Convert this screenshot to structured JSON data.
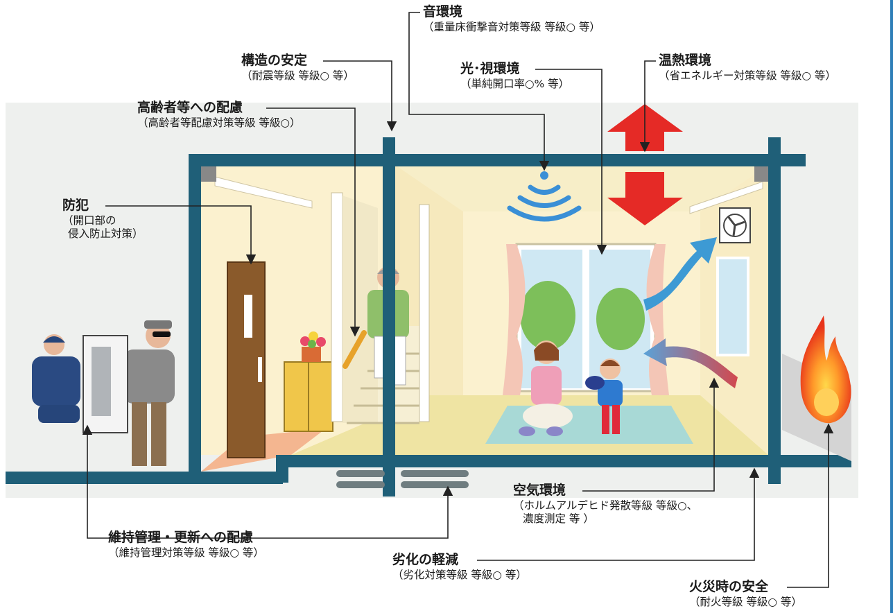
{
  "labels": {
    "sound": {
      "title": "音環境",
      "detail": "（重量床衝撃音対策等級 等級○ 等）"
    },
    "structure": {
      "title": "構造の安定",
      "detail": "（耐震等級 等級○ 等）"
    },
    "light": {
      "title": "光･視環境",
      "detail": "（単純開口率○% 等）"
    },
    "thermal": {
      "title": "温熱環境",
      "detail": "（省エネルギー対策等級 等級○ 等）"
    },
    "elderly": {
      "title": "高齢者等への配慮",
      "detail": "（高齢者等配慮対策等級 等級○）"
    },
    "security": {
      "title": "防犯",
      "detail": "（開口部の",
      "detail2": "侵入防止対策）"
    },
    "air": {
      "title": "空気環境",
      "detail": "（ホルムアルデヒド発散等級 等級○、",
      "detail2": "濃度測定 等 ）"
    },
    "maintenance": {
      "title": "維持管理・更新への配慮",
      "detail": "（維持管理対策等級 等級○ 等）"
    },
    "degradation": {
      "title": "劣化の軽減",
      "detail": "（劣化対策等級 等級○ 等）"
    },
    "fire": {
      "title": "火災時の安全",
      "detail": "（耐火等級 等級○ 等）"
    }
  },
  "colors": {
    "frame": "#1f5f78",
    "wall": "#fbf1cf",
    "floor": "#f1e6a8",
    "ground": "#eef0ee",
    "heat_arrow": "#e52a26",
    "air_in": "#3d9ad4",
    "air_out": "#c8505a",
    "fire": "#f04a1a",
    "leader_line": "#222222"
  },
  "icons": [
    "heat-arrow-icon",
    "sound-wave-icon",
    "fan-icon",
    "fire-icon",
    "flower-pot-icon"
  ]
}
